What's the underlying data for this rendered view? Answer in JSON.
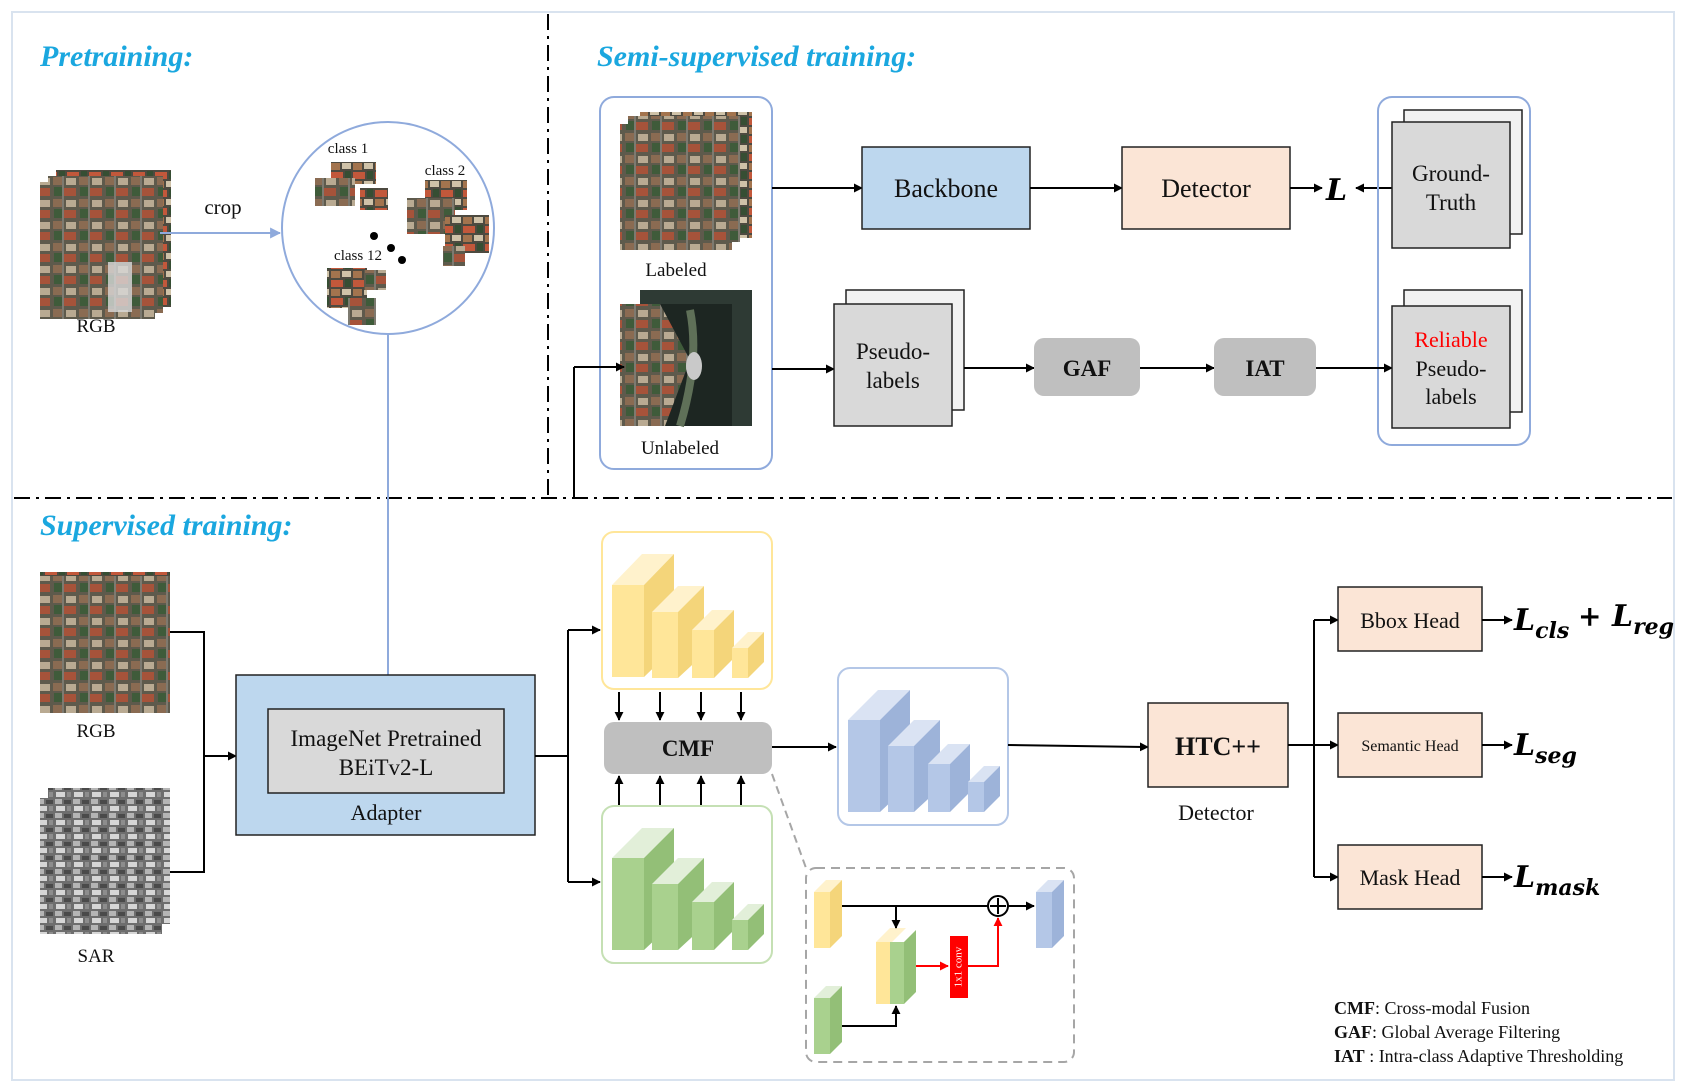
{
  "sections": {
    "pretraining": "Pretraining:",
    "semi_supervised": "Semi-supervised training:",
    "supervised": "Supervised training:"
  },
  "pretraining": {
    "crop": "crop",
    "rgb": "RGB",
    "class_labels": [
      "class 1",
      "class 2",
      "class 12"
    ]
  },
  "semi": {
    "labeled": "Labeled",
    "unlabeled": "Unlabeled",
    "backbone": "Backbone",
    "detector": "Detector",
    "loss": "L",
    "ground_truth": [
      "Ground-",
      "Truth"
    ],
    "pseudo_labels": [
      "Pseudo-",
      "labels"
    ],
    "gaf": "GAF",
    "iat": "IAT",
    "reliable": "Reliable",
    "reliable_pseudo": [
      "Pseudo-",
      "labels"
    ]
  },
  "supervised": {
    "rgb": "RGB",
    "sar": "SAR",
    "pretrained": [
      "ImageNet Pretrained",
      "BEiTv2-L"
    ],
    "adapter": "Adapter",
    "cmf": "CMF",
    "conv": "1x1 conv",
    "htc": "HTC++",
    "detector": "Detector",
    "heads": [
      {
        "label": "Bbox Head",
        "loss": "L",
        "sub": "cls",
        "extra_loss": "L",
        "extra_sub": "reg",
        "plus": "+"
      },
      {
        "label": "Semantic Head",
        "loss": "L",
        "sub": "seg"
      },
      {
        "label": "Mask Head",
        "loss": "L",
        "sub": "mask"
      }
    ]
  },
  "legend": [
    {
      "abbr": "CMF",
      "text": ": Cross-modal Fusion"
    },
    {
      "abbr": "GAF",
      "text": ": Global Average Filtering"
    },
    {
      "abbr": "IAT",
      "text": " : Intra-class Adaptive Thresholding"
    }
  ],
  "colors": {
    "section_title": "#1aa7df",
    "backbone_fill": "#bdd7ee",
    "detector_fill": "#fbe5d6",
    "gray_box": "#bfbfbf",
    "frame_blue": "#8faadc",
    "reliable_red": "#ff0000",
    "yellow_block": "#ffe699",
    "green_block": "#a9d18e",
    "blue_block": "#b4c7e7"
  }
}
